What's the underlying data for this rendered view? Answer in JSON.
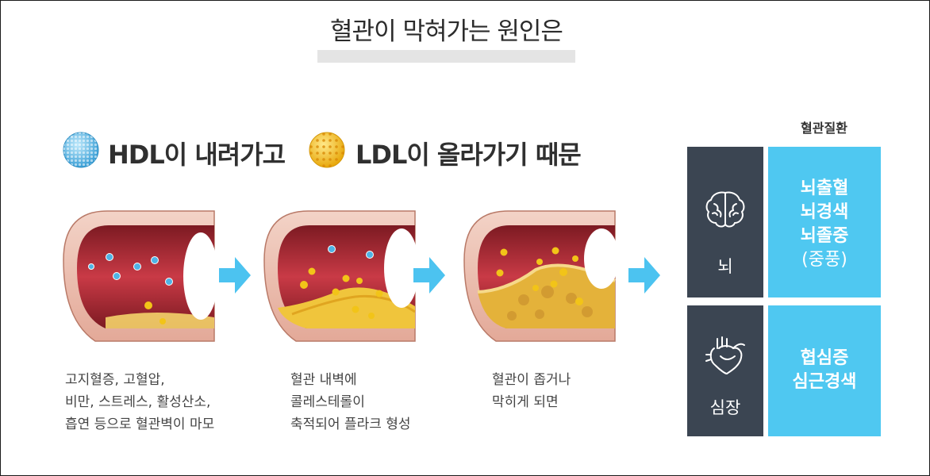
{
  "title": "혈관이 막혀가는 원인은",
  "legend": {
    "hdl_text": "HDL이 내려가고",
    "ldl_text": "LDL이 올라가기 때문",
    "hdl_color": "#5bb8e6",
    "ldl_color": "#f2c418"
  },
  "stages": [
    {
      "caption_lines": [
        "고지혈증, 고혈압,",
        "비만, 스트레스, 활성산소,",
        "흡연 등으로 혈관벽이 마모"
      ]
    },
    {
      "caption_lines": [
        "혈관 내벽에",
        "콜레스테롤이",
        "축적되어 플라크 형성"
      ]
    },
    {
      "caption_lines": [
        "혈관이 좁거나",
        "막히게 되면"
      ]
    }
  ],
  "diseases_panel": {
    "title": "혈관질환",
    "rows": [
      {
        "organ": "뇌",
        "organ_icon": "brain-icon",
        "diseases": [
          "뇌출혈",
          "뇌경색",
          "뇌졸중",
          "(중풍)"
        ]
      },
      {
        "organ": "심장",
        "organ_icon": "heart-icon",
        "diseases": [
          "협심증",
          "심근경색"
        ]
      }
    ],
    "organ_box_color": "#3b4552",
    "disease_box_color": "#4fc8f1"
  },
  "arrow_color": "#4cc3f0"
}
